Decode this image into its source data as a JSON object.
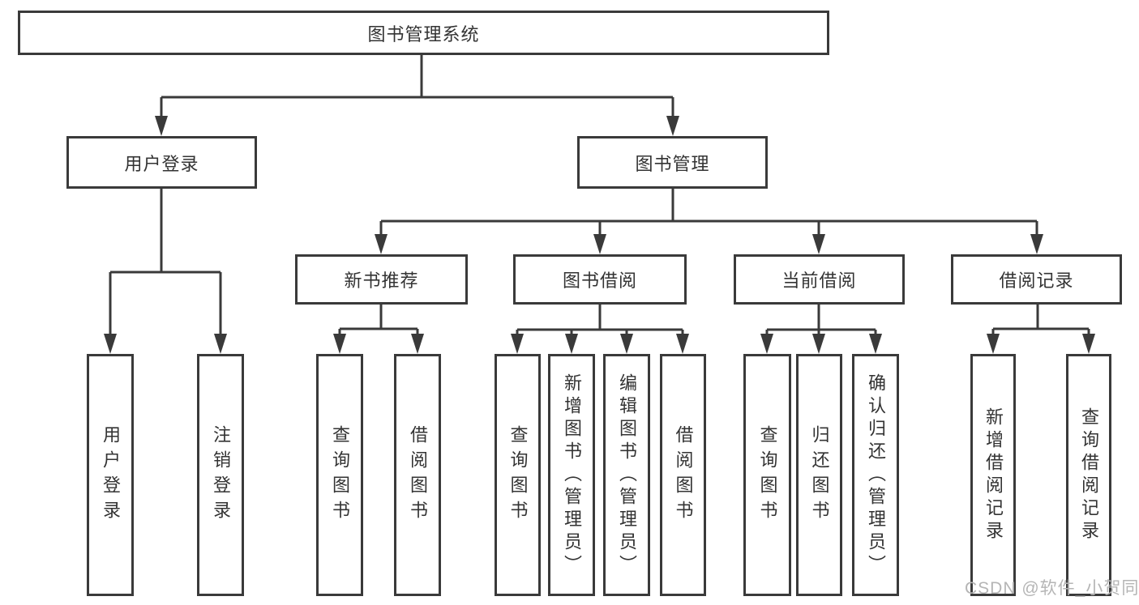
{
  "diagram": {
    "root": {
      "label": "图书管理系统"
    },
    "children": [
      {
        "label": "用户登录",
        "children": [
          {
            "label": "用户登录"
          },
          {
            "label": "注销登录"
          }
        ]
      },
      {
        "label": "图书管理",
        "children": [
          {
            "label": "新书推荐",
            "children": [
              {
                "label": "查询图书"
              },
              {
                "label": "借阅图书"
              }
            ]
          },
          {
            "label": "图书借阅",
            "children": [
              {
                "label": "查询图书"
              },
              {
                "label": "新增图书（管理员）"
              },
              {
                "label": "编辑图书（管理员）"
              },
              {
                "label": "借阅图书"
              }
            ]
          },
          {
            "label": "当前借阅",
            "children": [
              {
                "label": "查询图书"
              },
              {
                "label": "归还图书"
              },
              {
                "label": "确认归还（管理员）"
              }
            ]
          },
          {
            "label": "借阅记录",
            "children": [
              {
                "label": "新增借阅记录"
              },
              {
                "label": "查询借阅记录"
              }
            ]
          }
        ]
      }
    ]
  },
  "watermark": {
    "text": "CSDN @软件_小贺同学"
  },
  "colors": {
    "line": "#3a3a3a",
    "box_border": "#3a3a3a",
    "box_background": "#ffffff",
    "text": "#333333",
    "watermark": "#b5b5b5"
  }
}
